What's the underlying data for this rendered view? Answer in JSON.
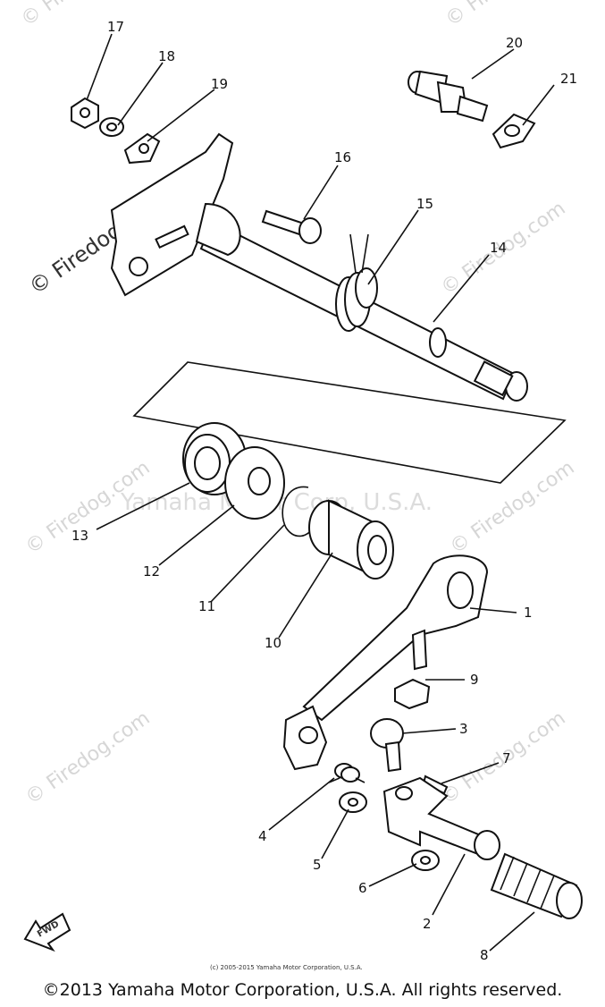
{
  "watermarks": {
    "firedog": "© Firedog.com",
    "firedog_short": "Firedog.com",
    "firedog_corner": "© Fire",
    "yamaha": "Yamaha Motor Corp, U.S.A."
  },
  "small_copyright": "(c) 2005-2015 Yamaha Motor Corporation, U.S.A.",
  "fwd_label": "FWD",
  "footer": "©2013 Yamaha Motor Corporation, U.S.A. All rights reserved.",
  "callouts": [
    "1",
    "2",
    "3",
    "4",
    "5",
    "6",
    "7",
    "8",
    "9",
    "10",
    "11",
    "12",
    "13",
    "14",
    "15",
    "16",
    "17",
    "18",
    "19",
    "20",
    "21"
  ]
}
